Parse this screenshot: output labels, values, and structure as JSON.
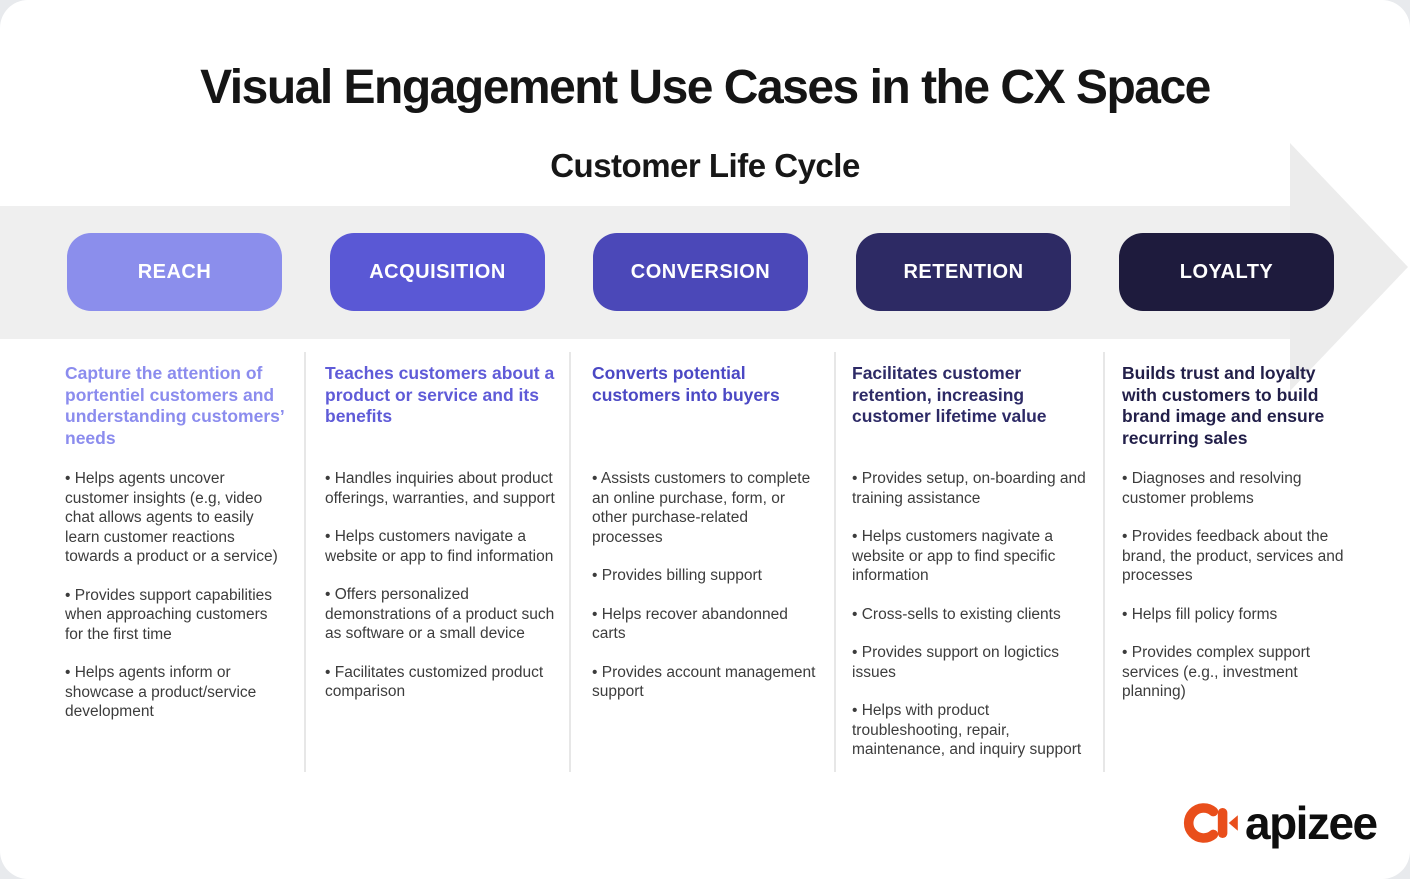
{
  "title": "Visual Engagement Use Cases in the CX Space",
  "subtitle": "Customer Life Cycle",
  "stages": [
    {
      "label": "REACH",
      "color": "#8b8eec"
    },
    {
      "label": "ACQUISITION",
      "color": "#5a58d5"
    },
    {
      "label": "CONVERSION",
      "color": "#4b48b8"
    },
    {
      "label": "RETENTION",
      "color": "#2d2a64"
    },
    {
      "label": "LOYALTY",
      "color": "#1e1b3d"
    }
  ],
  "columns": [
    {
      "heading": "Capture the attention of portentiel customers and understanding customers’ needs",
      "heading_color": "#8b8cee",
      "bullets": [
        "• Helps agents uncover customer insights (e.g, video chat allows agents to easily learn customer reactions towards a product or a service)",
        "• Provides support capabilities when approaching customers for the first time",
        "• Helps agents inform or showcase a product/service development"
      ]
    },
    {
      "heading": "Teaches customers about a product or service and its benefits",
      "heading_color": "#5f5bd8",
      "bullets": [
        "• Handles inquiries about product offerings, warranties, and support",
        "• Helps customers navigate a website or app to find information",
        "• Offers personalized demonstrations of a product such as software or a small device",
        "• Facilitates customized product comparison"
      ]
    },
    {
      "heading": "Converts potential customers into buyers",
      "heading_color": "#4b48c4",
      "bullets": [
        "• Assists customers to complete an online purchase, form, or other purchase-related processes",
        "• Provides billing support",
        "• Helps recover abandonned carts",
        "• Provides account management support"
      ]
    },
    {
      "heading": "Facilitates customer retention, increasing customer lifetime value",
      "heading_color": "#2d2a66",
      "bullets": [
        "• Provides setup, on-boarding and training assistance",
        "• Helps customers nagivate a website or app to find specific information",
        "• Cross-sells to existing clients",
        "• Provides support on logictics issues",
        "• Helps with product troubleshooting, repair, maintenance, and inquiry support"
      ]
    },
    {
      "heading": "Builds trust and loyalty with customers to build brand image and ensure recurring sales",
      "heading_color": "#221f49",
      "bullets": [
        "•  Diagnoses and resolving customer problems",
        "• Provides feedback about the brand, the product, services and processes",
        "• Helps fill policy forms",
        "• Provides complex support services (e.g., investment planning)"
      ]
    }
  ],
  "logo": {
    "text": "apizee",
    "icon": "apizee-camera-icon",
    "accent_color": "#e94e1b"
  },
  "colors": {
    "band": "#efefef",
    "body_text": "#3c3c3c",
    "title_text": "#151515"
  }
}
